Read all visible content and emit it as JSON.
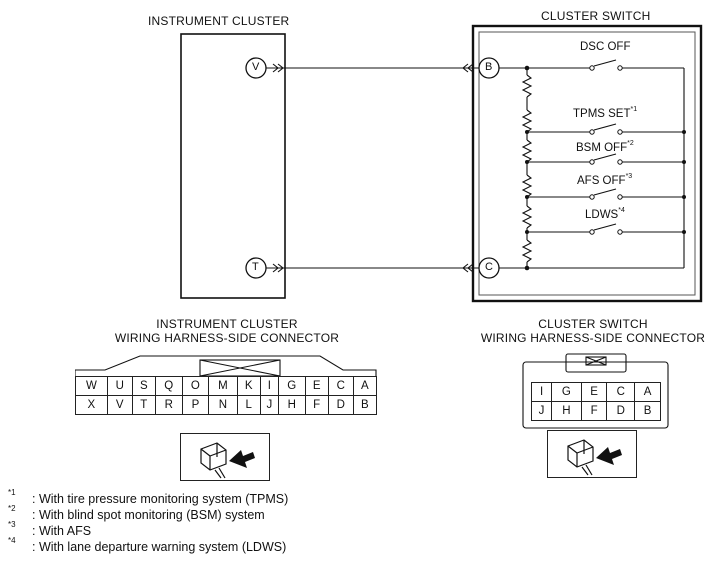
{
  "instrument_cluster": {
    "title": "INSTRUMENT CLUSTER",
    "terminals": [
      "V",
      "T"
    ]
  },
  "cluster_switch": {
    "title": "CLUSTER SWITCH",
    "terminals": [
      "B",
      "C"
    ],
    "switches": [
      {
        "label": "DSC OFF",
        "note": ""
      },
      {
        "label": "TPMS SET",
        "note": "*1"
      },
      {
        "label": "BSM OFF",
        "note": "*2"
      },
      {
        "label": "AFS OFF",
        "note": "*3"
      },
      {
        "label": "LDWS",
        "note": "*4"
      }
    ]
  },
  "ic_connector": {
    "title_line1": "INSTRUMENT CLUSTER",
    "title_line2": "WIRING HARNESS-SIDE CONNECTOR",
    "row1": [
      "W",
      "U",
      "S",
      "Q",
      "O",
      "M",
      "K",
      "I",
      "G",
      "E",
      "C",
      "A"
    ],
    "row2": [
      "X",
      "V",
      "T",
      "R",
      "P",
      "N",
      "L",
      "J",
      "H",
      "F",
      "D",
      "B"
    ]
  },
  "cs_connector": {
    "title_line1": "CLUSTER SWITCH",
    "title_line2": "WIRING HARNESS-SIDE CONNECTOR",
    "row1": [
      "I",
      "G",
      "E",
      "C",
      "A"
    ],
    "row2": [
      "J",
      "H",
      "F",
      "D",
      "B"
    ]
  },
  "footnotes": [
    {
      "mark": "*1",
      "text": ": With tire pressure monitoring system (TPMS)"
    },
    {
      "mark": "*2",
      "text": ": With blind spot monitoring (BSM) system"
    },
    {
      "mark": "*3",
      "text": ": With AFS"
    },
    {
      "mark": "*4",
      "text": ": With lane departure warning system (LDWS)"
    }
  ]
}
